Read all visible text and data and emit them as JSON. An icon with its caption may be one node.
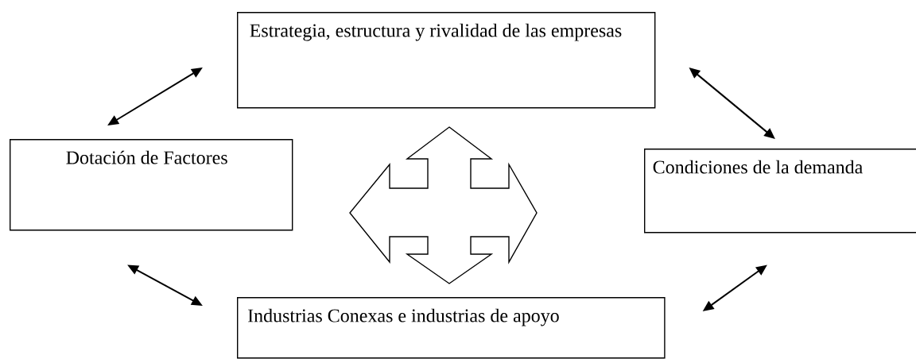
{
  "diagram": {
    "nodes": [
      {
        "text": [
          "Estrategia, estructura y rivalidad de las empresas"
        ]
      },
      {
        "text": [
          "Dotación de Factores"
        ]
      },
      {
        "text": [
          "Condiciones de la demanda"
        ]
      },
      {
        "text": [
          "Industrias Conexas e industrias de apoyo"
        ]
      }
    ],
    "edges": [
      {
        "from": 1,
        "to": 0,
        "arrow": "both"
      },
      {
        "from": 0,
        "to": 2,
        "arrow": "both"
      },
      {
        "from": 1,
        "to": 3,
        "arrow": "both"
      },
      {
        "from": 3,
        "to": 2,
        "arrow": "both"
      }
    ]
  }
}
